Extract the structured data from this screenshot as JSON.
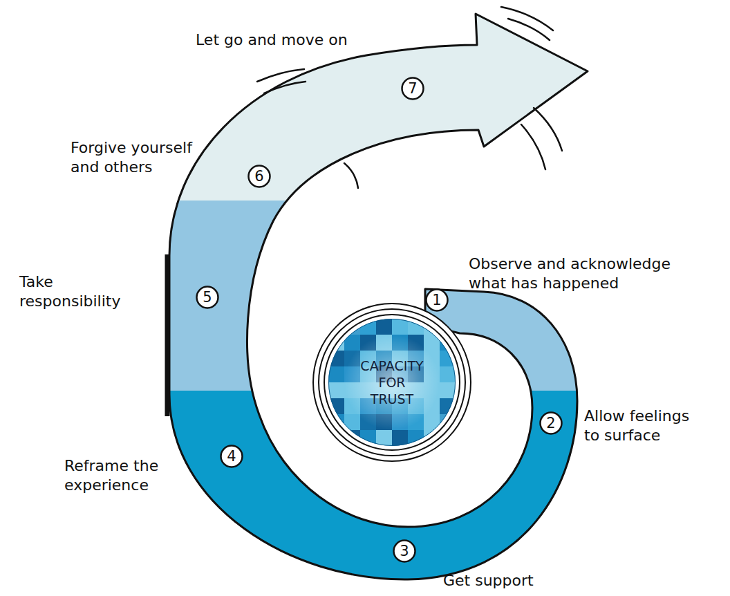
{
  "diagram": {
    "nodes": [
      {
        "text": [
          "CAPACITY FOR TRUST"
        ]
      },
      {
        "text": [
          "1",
          "Observe and acknowledge what has happened"
        ]
      },
      {
        "text": [
          "2",
          "Allow feelings to surface"
        ]
      },
      {
        "text": [
          "3",
          "Get support"
        ]
      },
      {
        "text": [
          "4",
          "Reframe the experience"
        ]
      },
      {
        "text": [
          "5",
          "Take responsibility"
        ]
      },
      {
        "text": [
          "6",
          "Forgive yourself and others"
        ]
      },
      {
        "text": [
          "7",
          "Let go and move on"
        ]
      }
    ]
  }
}
